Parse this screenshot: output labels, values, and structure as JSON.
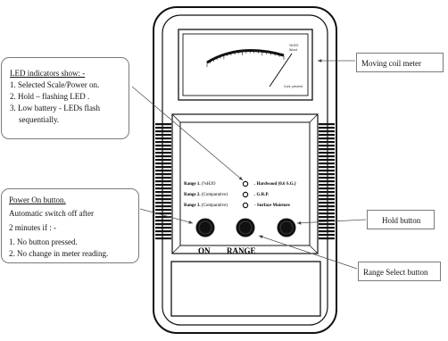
{
  "callouts": {
    "led": {
      "heading": "LED indicators show: -",
      "items": [
        "1. Selected Scale/Power on.",
        "2. Hold – flashing LED .",
        "3. Low battery -  LEDs flash sequentially."
      ]
    },
    "power": {
      "heading": "Power On button.",
      "line1": "Automatic switch off after",
      "line2": "2 minutes if : -",
      "items": [
        "1. No button pressed.",
        "2. No change in meter reading."
      ]
    },
    "moving_coil": "Moving coil meter",
    "hold": "Hold  button",
    "range_select": "Range Select button"
  },
  "meter": {
    "scale_top_right": "%H2O",
    "scale_top_right2": "Wood",
    "scale_bottom_right": "Cont. percent"
  },
  "panel": {
    "ranges": [
      {
        "label": "Range 1.",
        "sub": "(%H2O",
        "material": ". Hardwood (0.6 S.G.)"
      },
      {
        "label": "Range 2.",
        "sub": "(Comparative)",
        "material": ". G.R.P."
      },
      {
        "label": "Range 3.",
        "sub": "(Comparative)",
        "material": "- Surface Moisture"
      }
    ],
    "on_label": "ON",
    "range_label": "RANGE"
  }
}
